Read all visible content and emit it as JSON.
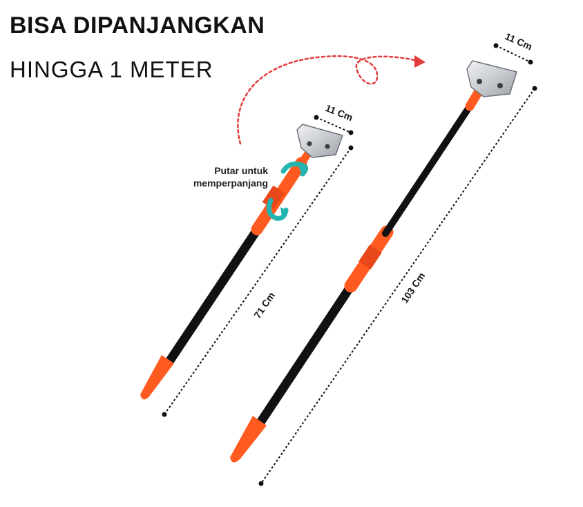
{
  "headline": {
    "line1": "BISA DIPANJANGKAN",
    "line2": "HINGGA 1 METER"
  },
  "annotation": {
    "line1": "Putar untuk",
    "line2": "memperpanjang"
  },
  "short_tool": {
    "blade_width_label": "11 Cm",
    "length_label": "71 Cm"
  },
  "long_tool": {
    "blade_width_label": "11 Cm",
    "length_label": "103 Cm"
  },
  "colors": {
    "accent_orange": "#ff5a1f",
    "shaft_black": "#111111",
    "arrow_red": "#e23b3b",
    "rotate_teal": "#25b4b0",
    "blade_silver": "#c9ccd1"
  },
  "icons": [
    "rotate-arrow-icon",
    "curved-arrow-icon"
  ]
}
